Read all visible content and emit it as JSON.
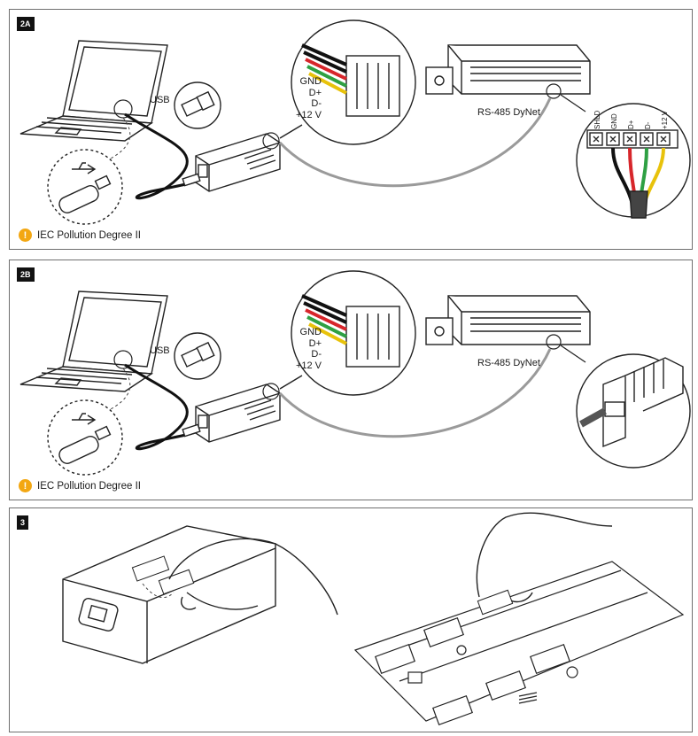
{
  "panel_2a": {
    "badge": "2A",
    "usb_label": "USB",
    "wires": [
      "GND",
      "D+",
      "D-",
      "+12 V"
    ],
    "device_label": "RS-485 DyNet",
    "terminals": [
      "SHLD",
      "GND",
      "D+",
      "D-",
      "+12 V"
    ],
    "note": "IEC Pollution Degree II"
  },
  "panel_2b": {
    "badge": "2B",
    "usb_label": "USB",
    "wires": [
      "GND",
      "D+",
      "D-",
      "+12 V"
    ],
    "device_label": "RS-485 DyNet",
    "note": "IEC Pollution Degree II"
  },
  "panel_3": {
    "badge": "3"
  },
  "colors": {
    "warning": "#f3a712",
    "wire_red": "#d7262b",
    "wire_green": "#2ea043",
    "wire_yellow": "#e8c20b",
    "cable_gray": "#9a9a9a"
  }
}
